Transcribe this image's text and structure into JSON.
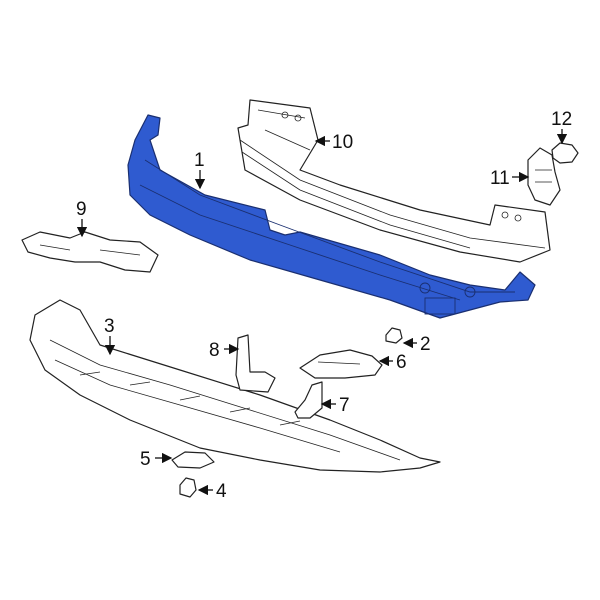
{
  "diagram": {
    "highlight_color": "#2f5bd0",
    "highlighted_part": "1",
    "callouts": [
      {
        "id": "1",
        "label": "1"
      },
      {
        "id": "2",
        "label": "2"
      },
      {
        "id": "3",
        "label": "3"
      },
      {
        "id": "4",
        "label": "4"
      },
      {
        "id": "5",
        "label": "5"
      },
      {
        "id": "6",
        "label": "6"
      },
      {
        "id": "7",
        "label": "7"
      },
      {
        "id": "8",
        "label": "8"
      },
      {
        "id": "9",
        "label": "9"
      },
      {
        "id": "10",
        "label": "10"
      },
      {
        "id": "11",
        "label": "11"
      },
      {
        "id": "12",
        "label": "12"
      }
    ]
  }
}
